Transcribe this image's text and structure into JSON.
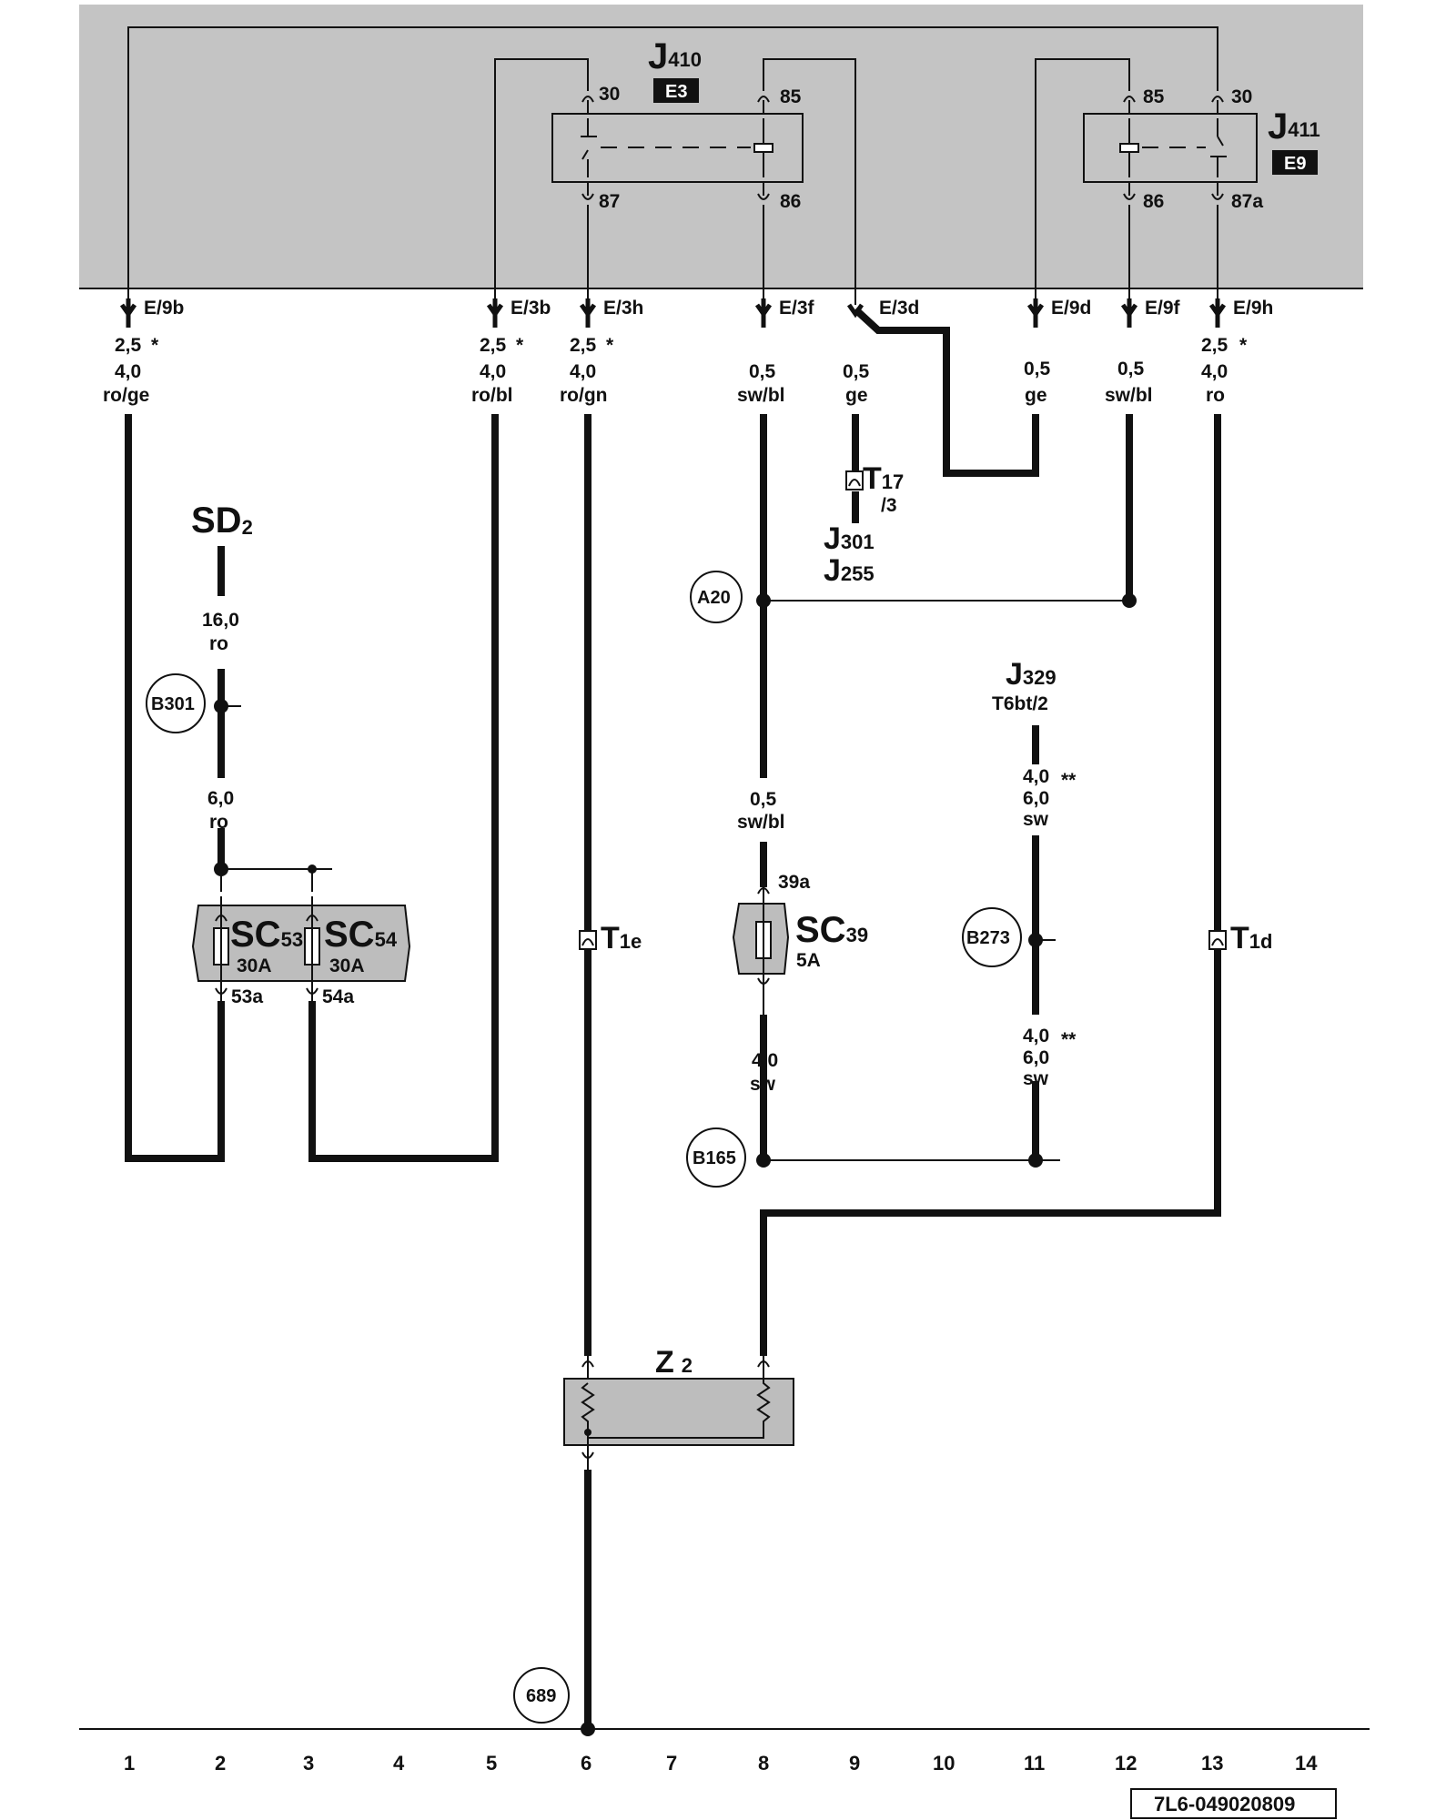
{
  "colors": {
    "panel": "#c4c4c4",
    "wire": "#111111",
    "relay_tag": "#111111",
    "fuse_body": "#bdbdbd"
  },
  "relays": {
    "j410": {
      "name": "J",
      "sub": "410",
      "tag": "E3",
      "pins": {
        "p30": "30",
        "p85": "85",
        "p87": "87",
        "p86": "86"
      }
    },
    "j411": {
      "name": "J",
      "sub": "411",
      "tag": "E9",
      "pins": {
        "p85": "85",
        "p30": "30",
        "p86": "86",
        "p87a": "87a"
      }
    }
  },
  "connectors": {
    "e9b": "E/9b",
    "e3b": "E/3b",
    "e3h": "E/3h",
    "e3f": "E/3f",
    "e3d": "E/3d",
    "e9d": "E/9d",
    "e9f": "E/9f",
    "e9h": "E/9h"
  },
  "wires": {
    "c1": {
      "size_a": "2,5",
      "star": "*",
      "size_b": "4,0",
      "color": "ro/ge"
    },
    "c5": {
      "size_a": "2,5",
      "star": "*",
      "size_b": "4,0",
      "color": "ro/bl"
    },
    "c6": {
      "size_a": "2,5",
      "star": "*",
      "size_b": "4,0",
      "color": "ro/gn"
    },
    "c8": {
      "size": "0,5",
      "color": "sw/bl"
    },
    "c9": {
      "size": "0,5",
      "color": "ge"
    },
    "c11": {
      "size": "0,5",
      "color": "ge"
    },
    "c12": {
      "size": "0,5",
      "color": "sw/bl"
    },
    "c13": {
      "size_a": "2,5",
      "star": "*",
      "size_b": "4,0",
      "color": "ro"
    },
    "sd2_top": {
      "size": "16,0",
      "color": "ro"
    },
    "sd2_low": {
      "size": "6,0",
      "color": "ro"
    },
    "c8_mid": {
      "size": "0,5",
      "color": "sw/bl"
    },
    "c8_low": {
      "size": "4,0",
      "color": "sw"
    },
    "j329_top": {
      "size_a": "4,0",
      "star": "**",
      "size_b": "6,0",
      "color": "sw"
    },
    "j329_low": {
      "size_a": "4,0",
      "star": "**",
      "size_b": "6,0",
      "color": "sw"
    }
  },
  "components": {
    "sd2": {
      "name": "SD",
      "sub": "2"
    },
    "t17": {
      "name": "T",
      "sub": "17",
      "pin": "/3"
    },
    "j301": {
      "name": "J",
      "sub": "301"
    },
    "j255": {
      "name": "J",
      "sub": "255"
    },
    "j329": {
      "name": "J",
      "sub": "329",
      "pin": "T6bt/2"
    },
    "sc53": {
      "name": "SC",
      "sub": "53",
      "rating": "30A",
      "pin": "53a"
    },
    "sc54": {
      "name": "SC",
      "sub": "54",
      "rating": "30A",
      "pin": "54a"
    },
    "sc39": {
      "name": "SC",
      "sub": "39",
      "rating": "5A",
      "pin_in": "39a"
    },
    "t1e": {
      "name": "T",
      "sub": "1e"
    },
    "t1d": {
      "name": "T",
      "sub": "1d"
    },
    "z2": {
      "name": "Z",
      "sub": "2"
    }
  },
  "references": {
    "a20": "A20",
    "b301": "B301",
    "b273": "B273",
    "b165": "B165",
    "r689": "689"
  },
  "columns": [
    "1",
    "2",
    "3",
    "4",
    "5",
    "6",
    "7",
    "8",
    "9",
    "10",
    "11",
    "12",
    "13",
    "14"
  ],
  "diagram_code": "7L6-049020809"
}
